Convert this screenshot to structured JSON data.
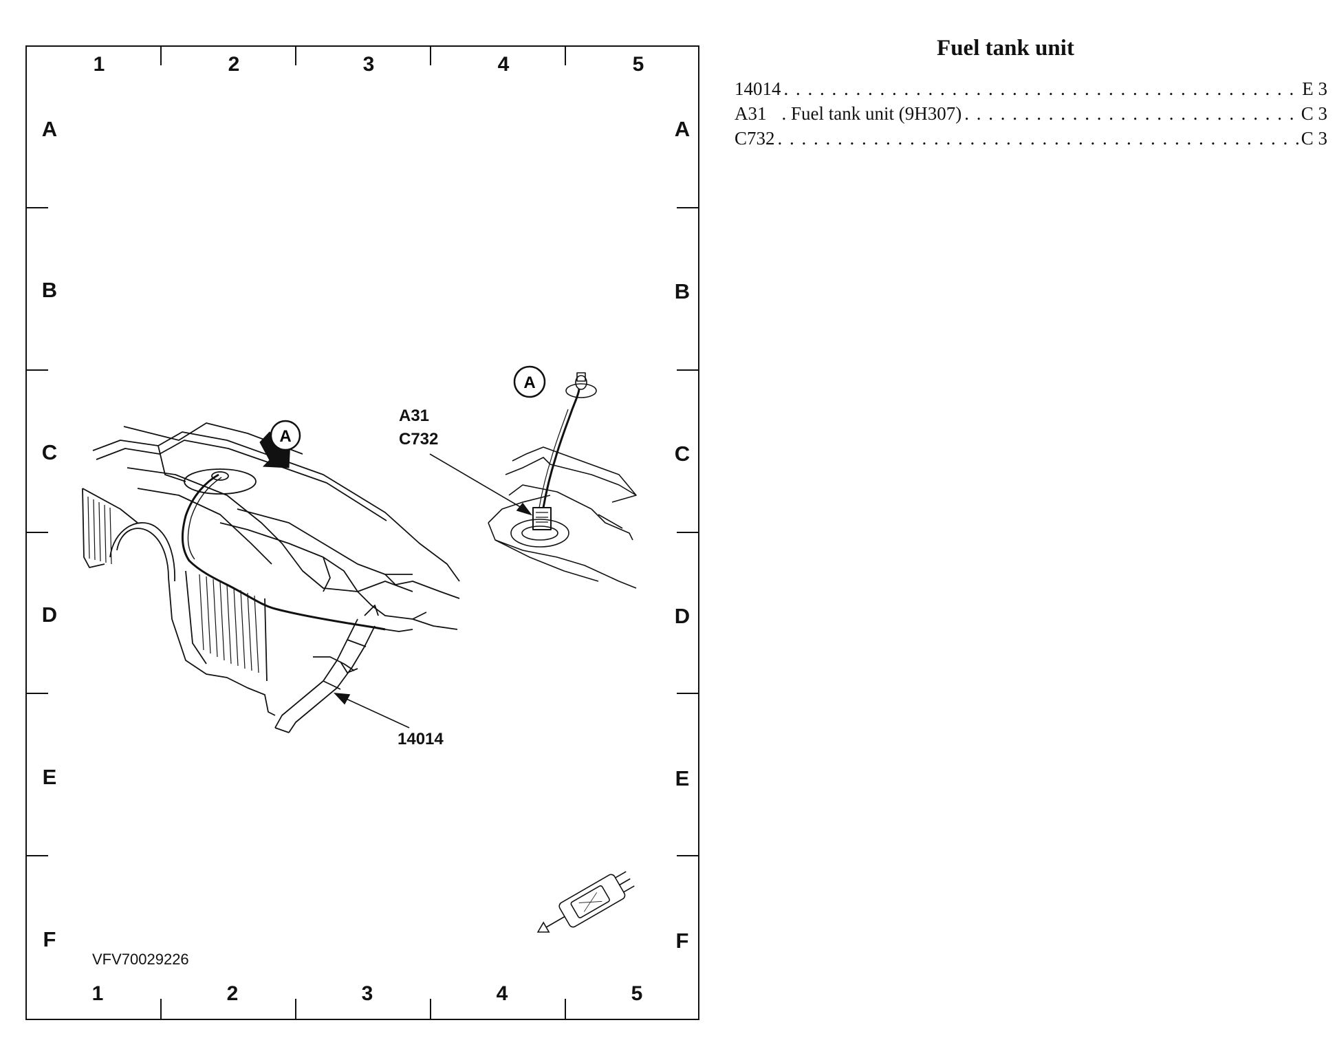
{
  "diagram": {
    "columns": [
      "1",
      "2",
      "3",
      "4",
      "5"
    ],
    "rows": [
      "A",
      "B",
      "C",
      "D",
      "E",
      "F"
    ],
    "callouts": {
      "a31": "A31",
      "c732": "C732",
      "wire": "14014",
      "view_marker": "A"
    },
    "reference": "VFV70029226"
  },
  "panel": {
    "title": "Fuel tank unit",
    "entries": [
      {
        "code": "14014",
        "description": "",
        "location": "E 3"
      },
      {
        "code": "A31",
        "description": ". Fuel tank unit (9H307)",
        "location": "C 3"
      },
      {
        "code": "C732",
        "description": "",
        "location": "C 3"
      }
    ]
  }
}
